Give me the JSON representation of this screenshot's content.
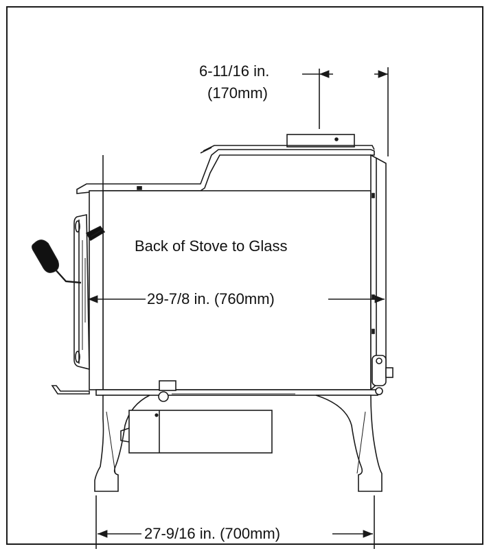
{
  "dimensions": {
    "top_flue": {
      "value": "6-11/16 in.",
      "metric": "(170mm)"
    },
    "back_to_glass": {
      "caption": "Back of Stove to Glass",
      "value": "29-7/8 in. (760mm)"
    },
    "leg_span": {
      "value": "27-9/16 in. (700mm)"
    }
  },
  "colors": {
    "line": "#1a1a1a",
    "handle": "#111111",
    "background": "#ffffff"
  }
}
